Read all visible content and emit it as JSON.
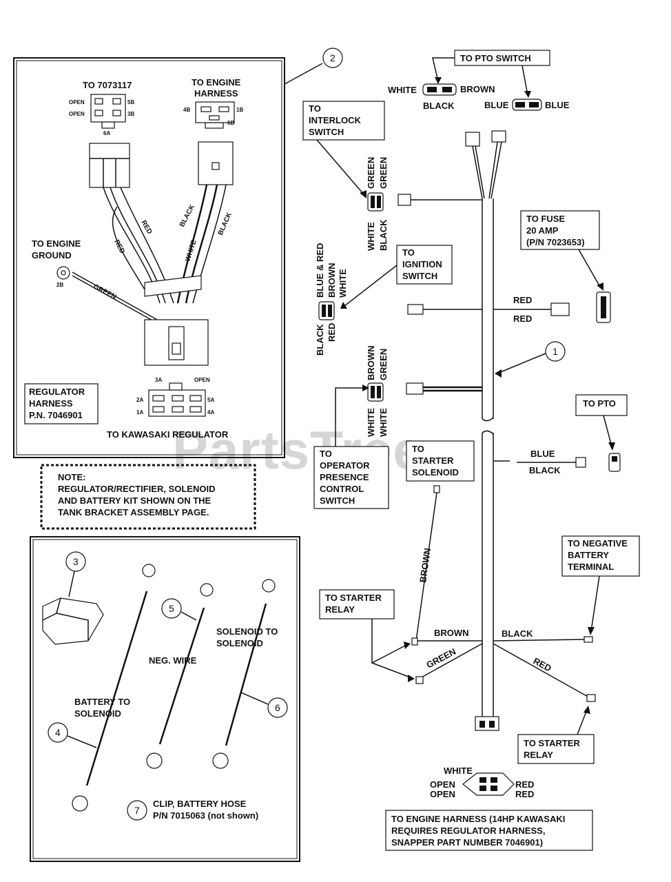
{
  "watermark": "PartsTree",
  "regulator_panel": {
    "to_7073117": "TO 7073117",
    "open_5b": "OPEN",
    "open_3b": "OPEN",
    "pin_5b": "5B",
    "pin_3b": "3B",
    "pin_6a": "6A",
    "to_engine_harness": [
      "TO ENGINE",
      "HARNESS"
    ],
    "pin_4b": "4B",
    "pin_1b": "1B",
    "pin_6b": "6B",
    "to_engine_ground": [
      "TO ENGINE",
      "GROUND"
    ],
    "pin_2b": "2B",
    "wire_green": "GREEN",
    "wire_red1": "RED",
    "wire_red2": "RED",
    "wire_black1": "BLACK",
    "wire_white": "WHITE",
    "wire_black2": "BLACK",
    "harness_box": [
      "REGULATOR",
      "HARNESS",
      "P.N. 7046901"
    ],
    "pin_3a": "3A",
    "pin_open": "OPEN",
    "pin_2a": "2A",
    "pin_5a": "5A",
    "pin_1a": "1A",
    "pin_4a": "4A",
    "to_kawasaki": "TO KAWASAKI REGULATOR"
  },
  "note": [
    "NOTE:",
    "REGULATOR/RECTIFIER, SOLENOID",
    "AND BATTERY KIT SHOWN ON THE",
    "TANK BRACKET ASSEMBLY PAGE."
  ],
  "battery_panel": {
    "battery_to_solenoid": [
      "BATTERY TO",
      "SOLENOID"
    ],
    "neg_wire": "NEG. WIRE",
    "solenoid_to_solenoid": [
      "SOLENOID TO",
      "SOLENOID"
    ],
    "clip": [
      "CLIP, BATTERY HOSE",
      "P/N 7015063 (not shown)"
    ]
  },
  "callouts": [
    "1",
    "2",
    "3",
    "4",
    "5",
    "6",
    "7"
  ],
  "main": {
    "to_pto_switch": "TO PTO SWITCH",
    "white": "WHITE",
    "brown": "BROWN",
    "black": "BLACK",
    "blue_l": "BLUE",
    "blue_r": "BLUE",
    "interlock": [
      "TO",
      "INTERLOCK",
      "SWITCH"
    ],
    "il_green1": "GREEN",
    "il_green2": "GREEN",
    "il_white": "WHITE",
    "il_black": "BLACK",
    "fuse": [
      "TO FUSE",
      "20 AMP",
      "(P/N 7023653)"
    ],
    "ignition": [
      "TO",
      "IGNITION",
      "SWITCH"
    ],
    "ig_blue_red": "BLUE & RED",
    "ig_brown": "BROWN",
    "ig_white": "WHITE",
    "ig_black": "BLACK",
    "ig_red": "RED",
    "fuse_red1": "RED",
    "fuse_red2": "RED",
    "op_brown": "BROWN",
    "op_green": "GREEN",
    "op_white1": "WHITE",
    "op_white2": "WHITE",
    "operator": [
      "TO",
      "OPERATOR",
      "PRESENCE",
      "CONTROL",
      "SWITCH"
    ],
    "solenoid": [
      "TO",
      "STARTER",
      "SOLENOID"
    ],
    "to_pto": "TO PTO",
    "pto_blue": "BLUE",
    "pto_black": "BLACK",
    "sol_brown": "BROWN",
    "neg_batt": [
      "TO NEGATIVE",
      "BATTERY",
      "TERMINAL"
    ],
    "starter_relay_l": [
      "TO STARTER",
      "RELAY"
    ],
    "br_brown": "BROWN",
    "br_black": "BLACK",
    "br_green": "GREEN",
    "br_red": "RED",
    "starter_relay_r": [
      "TO STARTER",
      "RELAY"
    ],
    "eh_white": "WHITE",
    "eh_open1": "OPEN",
    "eh_open2": "OPEN",
    "eh_red1": "RED",
    "eh_red2": "RED",
    "engine_harness": [
      "TO ENGINE HARNESS (14HP KAWASAKI",
      "REQUIRES REGULATOR HARNESS,",
      "SNAPPER PART NUMBER 7046901)"
    ]
  }
}
